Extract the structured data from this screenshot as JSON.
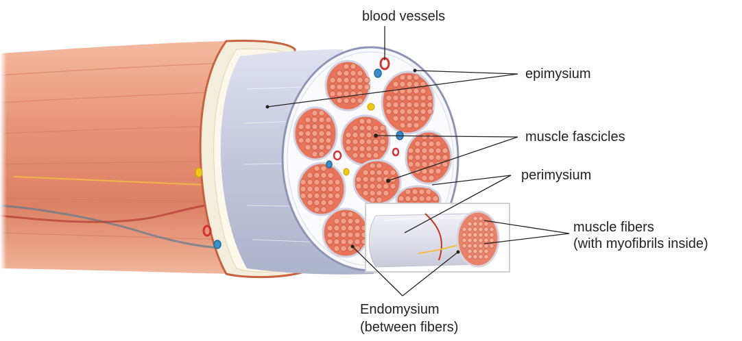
{
  "diagram": {
    "labels": {
      "blood_vessels": "blood vessels",
      "epimysium": "epimysium",
      "muscle_fascicles": "muscle fascicles",
      "perimysium": "perimysium",
      "muscle_fibers_line1": "muscle fibers",
      "muscle_fibers_line2": "(with myofibrils inside)",
      "endomysium_line1": "Endomysium",
      "endomysium_line2": "(between fibers)"
    },
    "colors": {
      "muscle": "#e58f6f",
      "muscle_dark": "#c85a44",
      "epimysium": "#c9cde0",
      "fascicle": "#e8755a",
      "fiber": "#f2a088",
      "vessel_blue": "#3a8fc8",
      "vessel_red": "#d63030",
      "vessel_yellow": "#f2c818"
    }
  }
}
